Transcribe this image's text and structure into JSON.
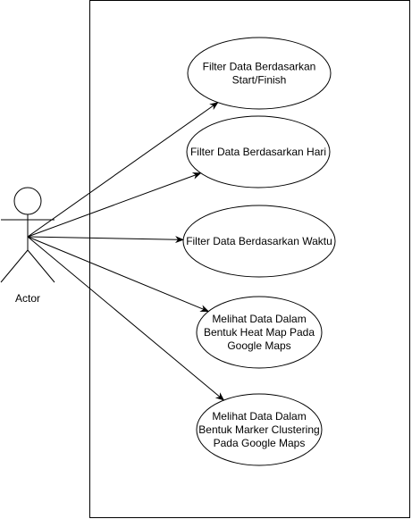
{
  "actor": {
    "label": "Actor"
  },
  "use_cases": [
    {
      "id": "uc1",
      "lines": [
        "Filter Data Berdasarkan",
        "Start/Finish"
      ]
    },
    {
      "id": "uc2",
      "lines": [
        "Filter Data Berdasarkan Hari"
      ]
    },
    {
      "id": "uc3",
      "lines": [
        "Filter Data Berdasarkan Waktu"
      ]
    },
    {
      "id": "uc4",
      "lines": [
        "Melihat Data Dalam",
        "Bentuk Heat Map Pada",
        "Google Maps"
      ]
    },
    {
      "id": "uc5",
      "lines": [
        "Melihat Data Dalam",
        "Bentuk Marker Clustering",
        "Pada Google Maps"
      ]
    }
  ],
  "colors": {
    "stroke": "#000000",
    "fill": "#ffffff",
    "text": "#000000"
  }
}
